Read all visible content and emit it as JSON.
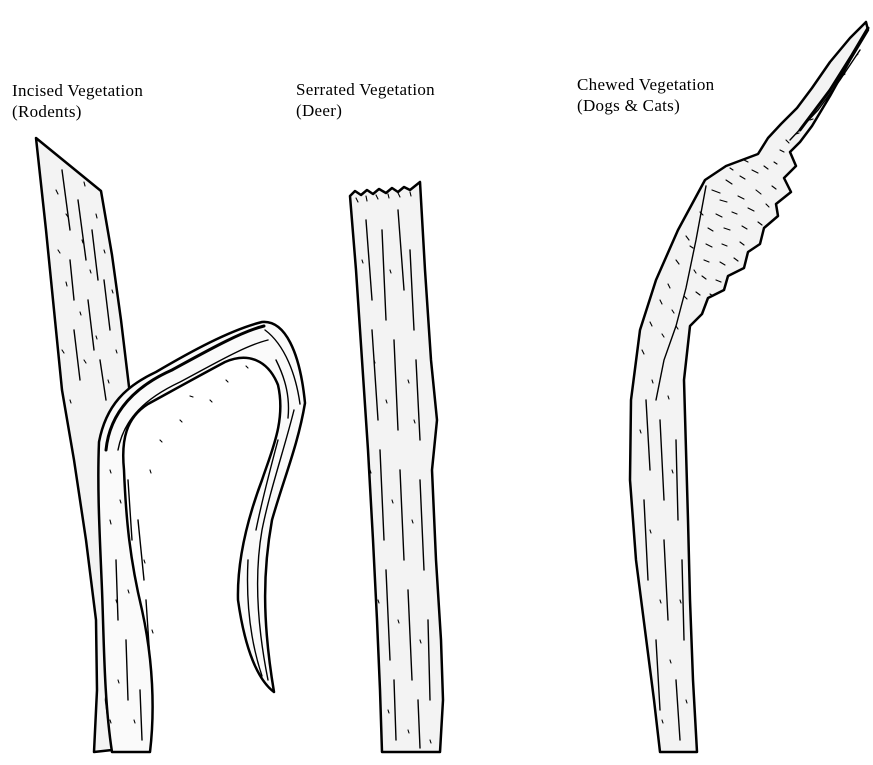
{
  "labels": {
    "incised": {
      "line1": "Incised Vegetation",
      "line2": "(Rodents)"
    },
    "serrated": {
      "line1": "Serrated Vegetation",
      "line2": "(Deer)"
    },
    "chewed": {
      "line1": "Chewed Vegetation",
      "line2": "(Dogs & Cats)"
    }
  },
  "colors": {
    "ink": "#000000",
    "paper": "#ffffff",
    "shade": "#f3f3f3"
  }
}
